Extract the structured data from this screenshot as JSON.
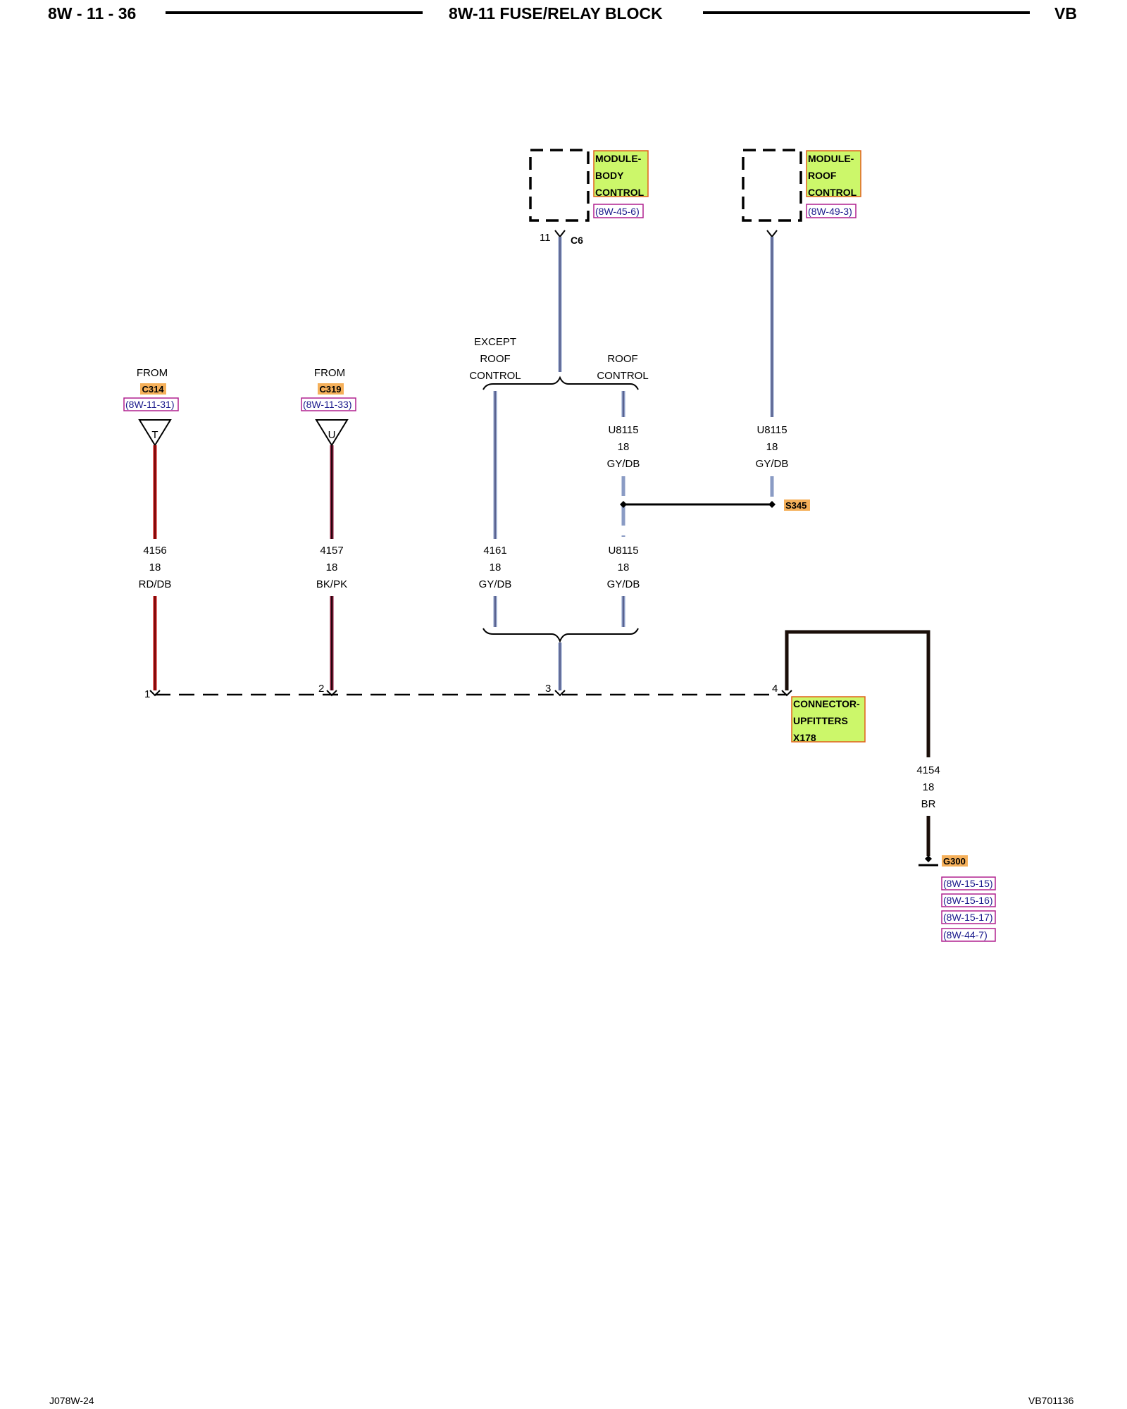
{
  "header": {
    "page": "8W - 11 - 36",
    "title": "8W-11 FUSE/RELAY BLOCK",
    "model": "VB"
  },
  "footer": {
    "left": "J078W-24",
    "right": "VB701136"
  },
  "colors": {
    "wire_red": "#c41212",
    "wire_gray": "#8a9bc4",
    "wire_dark": "#1a1a1a",
    "label_fill": "#ccf76a",
    "label_border": "#e0601a",
    "ref_border": "#b0208f",
    "ref_text": "#1a1a8c",
    "tag_fill": "#f5b05a"
  },
  "modules": {
    "body": {
      "lines": [
        "MODULE-",
        "BODY",
        "CONTROL"
      ],
      "ref": "(8W-45-6)",
      "pin": "11",
      "connector": "C6"
    },
    "roof": {
      "lines": [
        "MODULE-",
        "ROOF",
        "CONTROL"
      ],
      "ref": "(8W-49-3)"
    }
  },
  "branch": {
    "left": [
      "EXCEPT",
      "ROOF",
      "CONTROL"
    ],
    "right": [
      "ROOF",
      "CONTROL"
    ]
  },
  "sources": [
    {
      "from": "FROM",
      "connector": "C314",
      "ref": "(8W-11-31)",
      "letter": "T"
    },
    {
      "from": "FROM",
      "connector": "C319",
      "ref": "(8W-11-33)",
      "letter": "U"
    }
  ],
  "upper_wires": [
    {
      "circuit": "U8115",
      "gauge": "18",
      "color": "GY/DB"
    },
    {
      "circuit": "U8115",
      "gauge": "18",
      "color": "GY/DB"
    }
  ],
  "splice": "S345",
  "lower_wires": [
    {
      "circuit": "4156",
      "gauge": "18",
      "color": "RD/DB"
    },
    {
      "circuit": "4157",
      "gauge": "18",
      "color": "BK/PK"
    },
    {
      "circuit": "4161",
      "gauge": "18",
      "color": "GY/DB"
    },
    {
      "circuit": "U8115",
      "gauge": "18",
      "color": "GY/DB"
    }
  ],
  "pins": [
    "1",
    "2",
    "3",
    "4"
  ],
  "connector": {
    "lines": [
      "CONNECTOR-",
      "UPFITTERS",
      "X178"
    ]
  },
  "ground_wire": {
    "circuit": "4154",
    "gauge": "18",
    "color": "BR"
  },
  "ground": {
    "name": "G300",
    "refs": [
      "(8W-15-15)",
      "(8W-15-16)",
      "(8W-15-17)",
      "(8W-44-7)"
    ]
  }
}
